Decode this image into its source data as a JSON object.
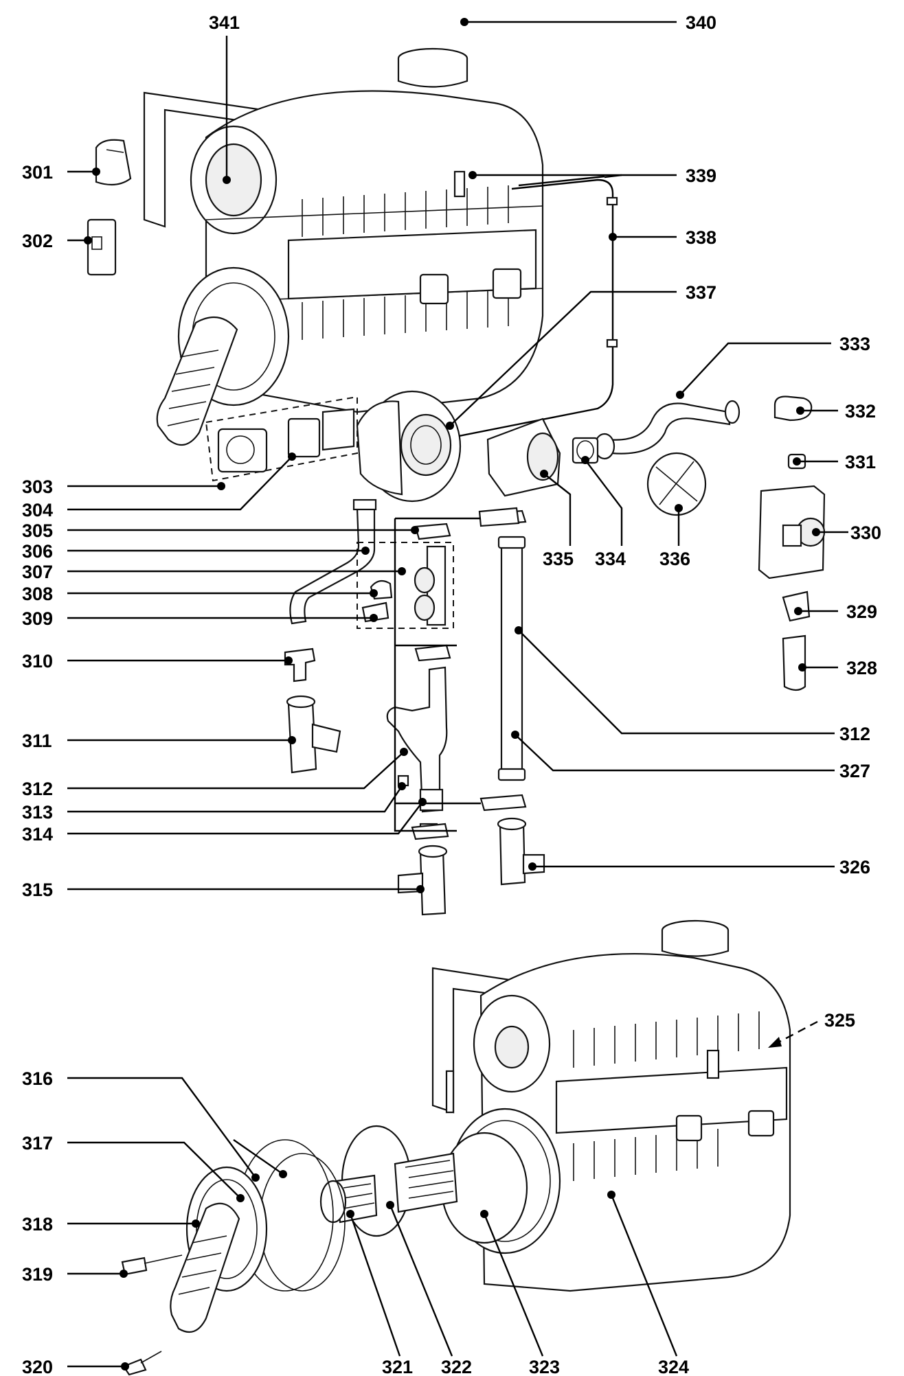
{
  "diagram": {
    "callouts": [
      {
        "id": "340",
        "text": "340"
      },
      {
        "id": "341",
        "text": "341"
      },
      {
        "id": "301",
        "text": "301"
      },
      {
        "id": "339",
        "text": "339"
      },
      {
        "id": "302",
        "text": "302"
      },
      {
        "id": "338",
        "text": "338"
      },
      {
        "id": "337",
        "text": "337"
      },
      {
        "id": "333",
        "text": "333"
      },
      {
        "id": "332",
        "text": "332"
      },
      {
        "id": "331",
        "text": "331"
      },
      {
        "id": "303",
        "text": "303"
      },
      {
        "id": "304",
        "text": "304"
      },
      {
        "id": "305",
        "text": "305"
      },
      {
        "id": "306",
        "text": "306"
      },
      {
        "id": "307",
        "text": "307"
      },
      {
        "id": "308",
        "text": "308"
      },
      {
        "id": "309",
        "text": "309"
      },
      {
        "id": "310",
        "text": "310"
      },
      {
        "id": "311",
        "text": "311"
      },
      {
        "id": "312a",
        "text": "312"
      },
      {
        "id": "313",
        "text": "313"
      },
      {
        "id": "314",
        "text": "314"
      },
      {
        "id": "315",
        "text": "315"
      },
      {
        "id": "335",
        "text": "335"
      },
      {
        "id": "334",
        "text": "334"
      },
      {
        "id": "336",
        "text": "336"
      },
      {
        "id": "330",
        "text": "330"
      },
      {
        "id": "329",
        "text": "329"
      },
      {
        "id": "328",
        "text": "328"
      },
      {
        "id": "312b",
        "text": "312"
      },
      {
        "id": "327",
        "text": "327"
      },
      {
        "id": "326",
        "text": "326"
      },
      {
        "id": "325",
        "text": "325"
      },
      {
        "id": "316",
        "text": "316"
      },
      {
        "id": "317",
        "text": "317"
      },
      {
        "id": "318",
        "text": "318"
      },
      {
        "id": "319",
        "text": "319"
      },
      {
        "id": "320",
        "text": "320"
      },
      {
        "id": "321",
        "text": "321"
      },
      {
        "id": "322",
        "text": "322"
      },
      {
        "id": "323",
        "text": "323"
      },
      {
        "id": "324",
        "text": "324"
      }
    ]
  }
}
